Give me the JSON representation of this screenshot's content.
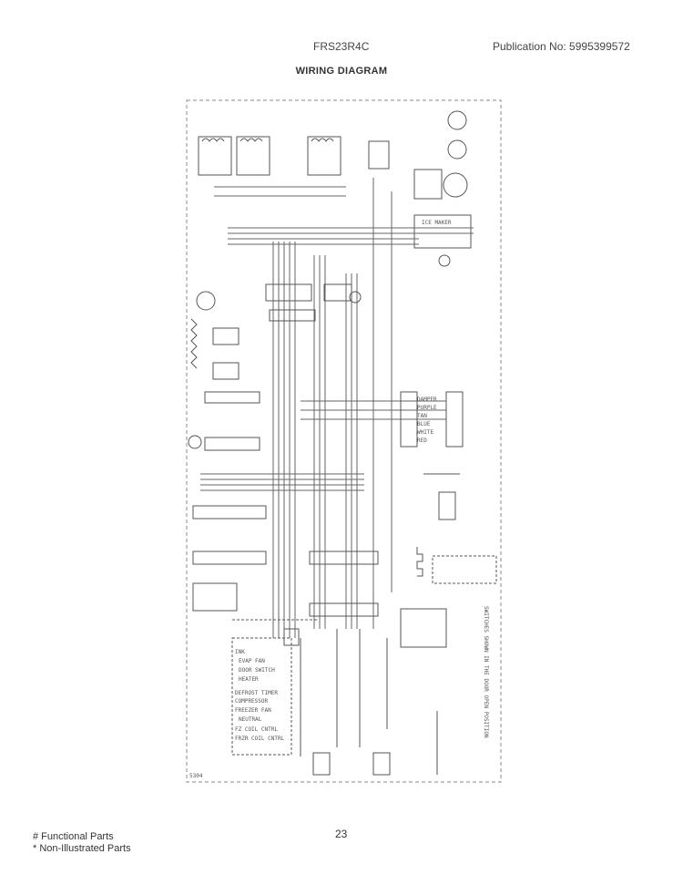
{
  "header": {
    "model": "FRS23R4C",
    "publication": "Publication No:  5995399572",
    "title": "WIRING DIAGRAM"
  },
  "diagram": {
    "left_labels": [
      "INK",
      "EVAP FAN",
      "DOOR SWITCH",
      "HEATER",
      "DEFROST TIMER",
      "COMPRESSOR",
      "FREEZER FAN",
      "NEUTRAL",
      "FZ COIL CNTRL",
      "FRZR COIL CNTRL"
    ],
    "right_labels": [
      "DAMPER",
      "PURPLE",
      "TAN",
      "BLUE",
      "WHITE",
      "RED"
    ],
    "lower_right_note": "SWITCHES SHOWN IN THE DOOR OPEN POSITION",
    "control_label": "ICE MAKER",
    "bottom_left_code": "5304"
  },
  "footer": {
    "functional": "# Functional Parts",
    "non_illustrated": "* Non-Illustrated Parts",
    "page_number": "23"
  }
}
